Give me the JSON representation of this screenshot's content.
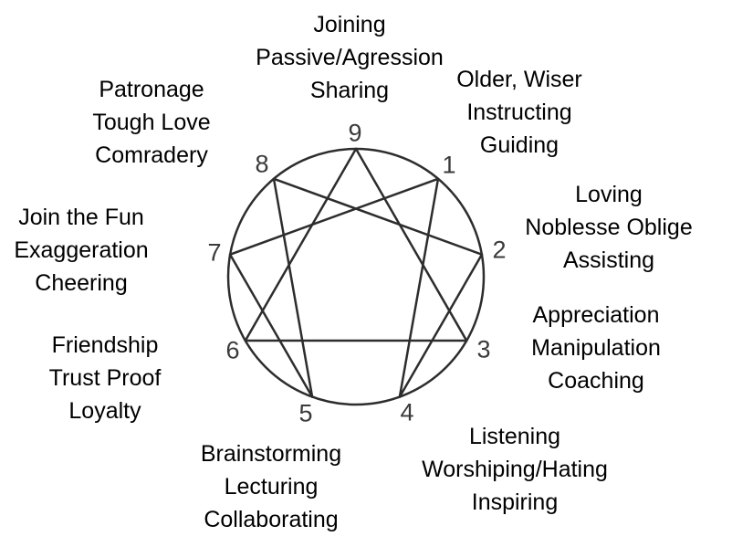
{
  "diagram": {
    "title": "Enneagram relationship styles diagram",
    "colors": {
      "background": "#ffffff",
      "circle_and_lines": "#2d2d2d",
      "numbers": "#3a3a3a",
      "labels": "#000000"
    },
    "points": [
      {
        "number": "9",
        "labels": [
          "Joining",
          "Passive/Agression",
          "Sharing"
        ]
      },
      {
        "number": "1",
        "labels": [
          "Older, Wiser",
          "Instructing",
          "Guiding"
        ]
      },
      {
        "number": "2",
        "labels": [
          "Loving",
          "Noblesse Oblige",
          "Assisting"
        ]
      },
      {
        "number": "3",
        "labels": [
          "Appreciation",
          "Manipulation",
          "Coaching"
        ]
      },
      {
        "number": "4",
        "labels": [
          "Listening",
          "Worshiping/Hating",
          "Inspiring"
        ]
      },
      {
        "number": "5",
        "labels": [
          "Brainstorming",
          "Lecturing",
          "Collaborating"
        ]
      },
      {
        "number": "6",
        "labels": [
          "Friendship",
          "Trust Proof",
          "Loyalty"
        ]
      },
      {
        "number": "7",
        "labels": [
          "Join the Fun",
          "Exaggeration",
          "Cheering"
        ]
      },
      {
        "number": "8",
        "labels": [
          "Patronage",
          "Tough Love",
          "Comradery"
        ]
      }
    ],
    "connections": [
      "9-3",
      "3-6",
      "6-9",
      "1-4",
      "4-2",
      "2-8",
      "8-5",
      "5-7",
      "7-1"
    ]
  }
}
